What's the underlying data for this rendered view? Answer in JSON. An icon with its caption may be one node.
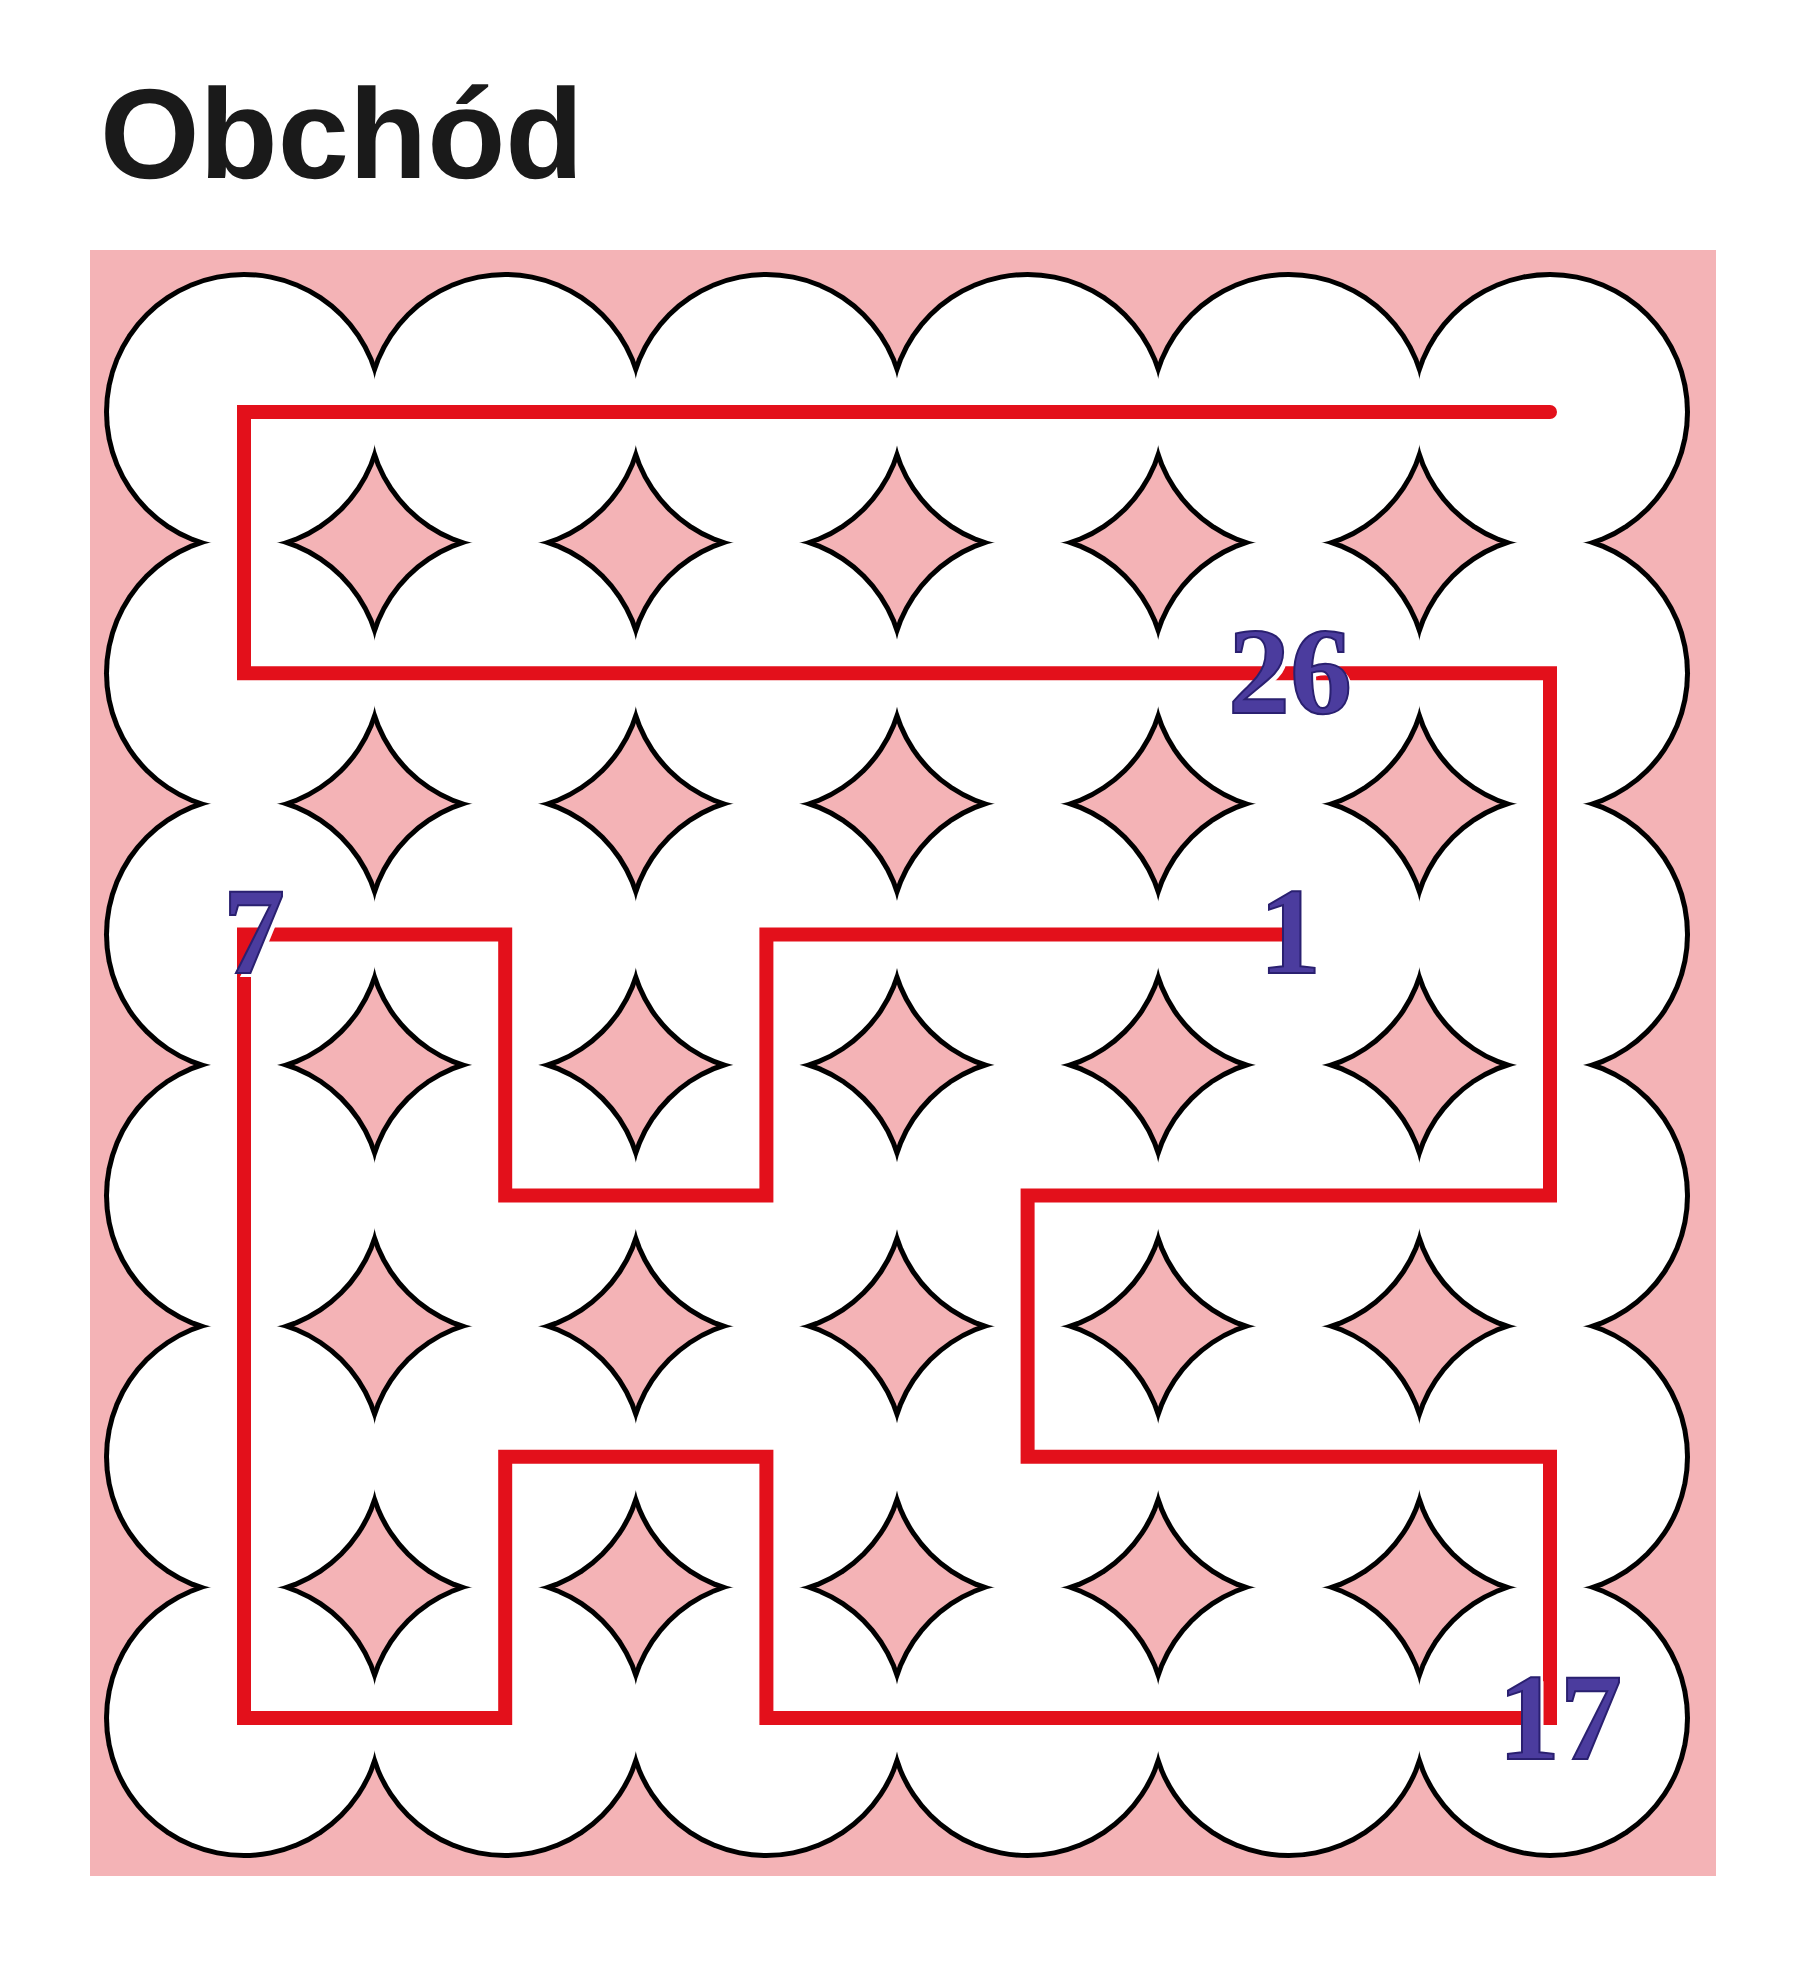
{
  "diagram": {
    "title": "Obchód",
    "labels": [
      "26",
      "7",
      "1",
      "17"
    ]
  }
}
